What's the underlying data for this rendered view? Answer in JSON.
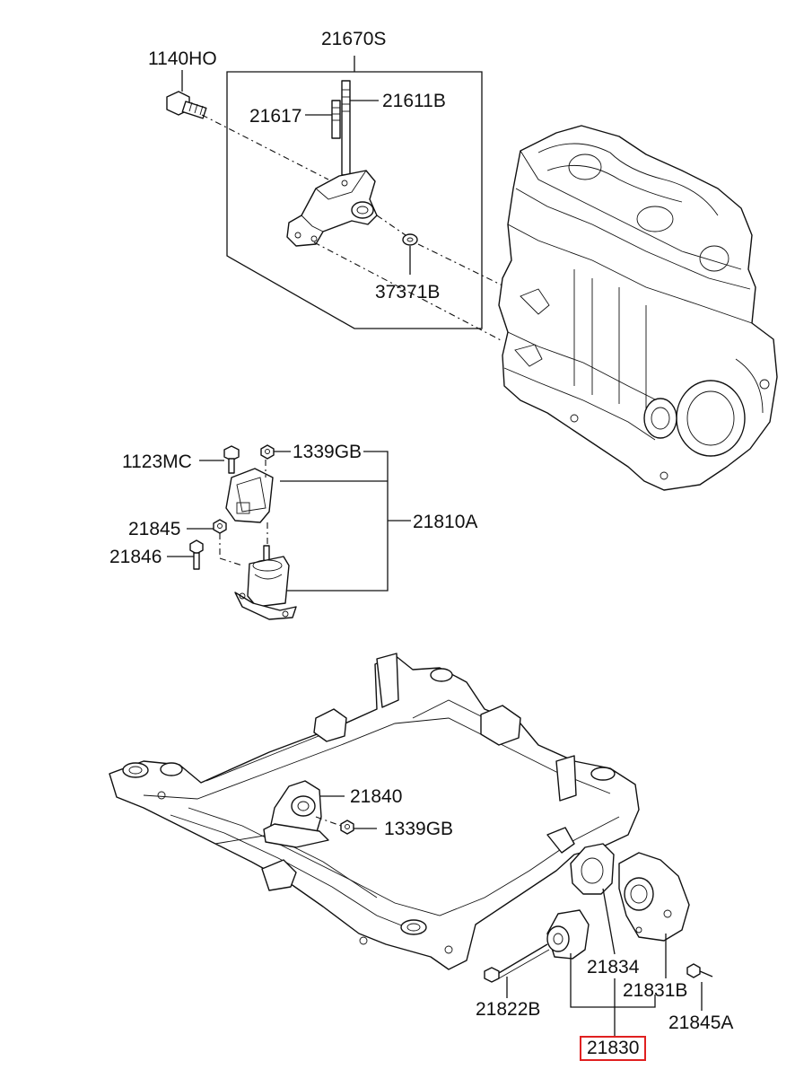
{
  "labels": {
    "p21670S": "21670S",
    "p1140HO": "1140HO",
    "p21617": "21617",
    "p21611B": "21611B",
    "p37371B": "37371B",
    "p1123MC": "1123MC",
    "p1339GB_top": "1339GB",
    "p21810A": "21810A",
    "p21845": "21845",
    "p21846": "21846",
    "p21840": "21840",
    "p1339GB_bottom": "1339GB",
    "p21834": "21834",
    "p21831B": "21831B",
    "p21822B": "21822B",
    "p21845A": "21845A",
    "p21830": "21830"
  },
  "colors": {
    "line": "#111111",
    "highlight": "#e02020",
    "background": "#ffffff"
  }
}
